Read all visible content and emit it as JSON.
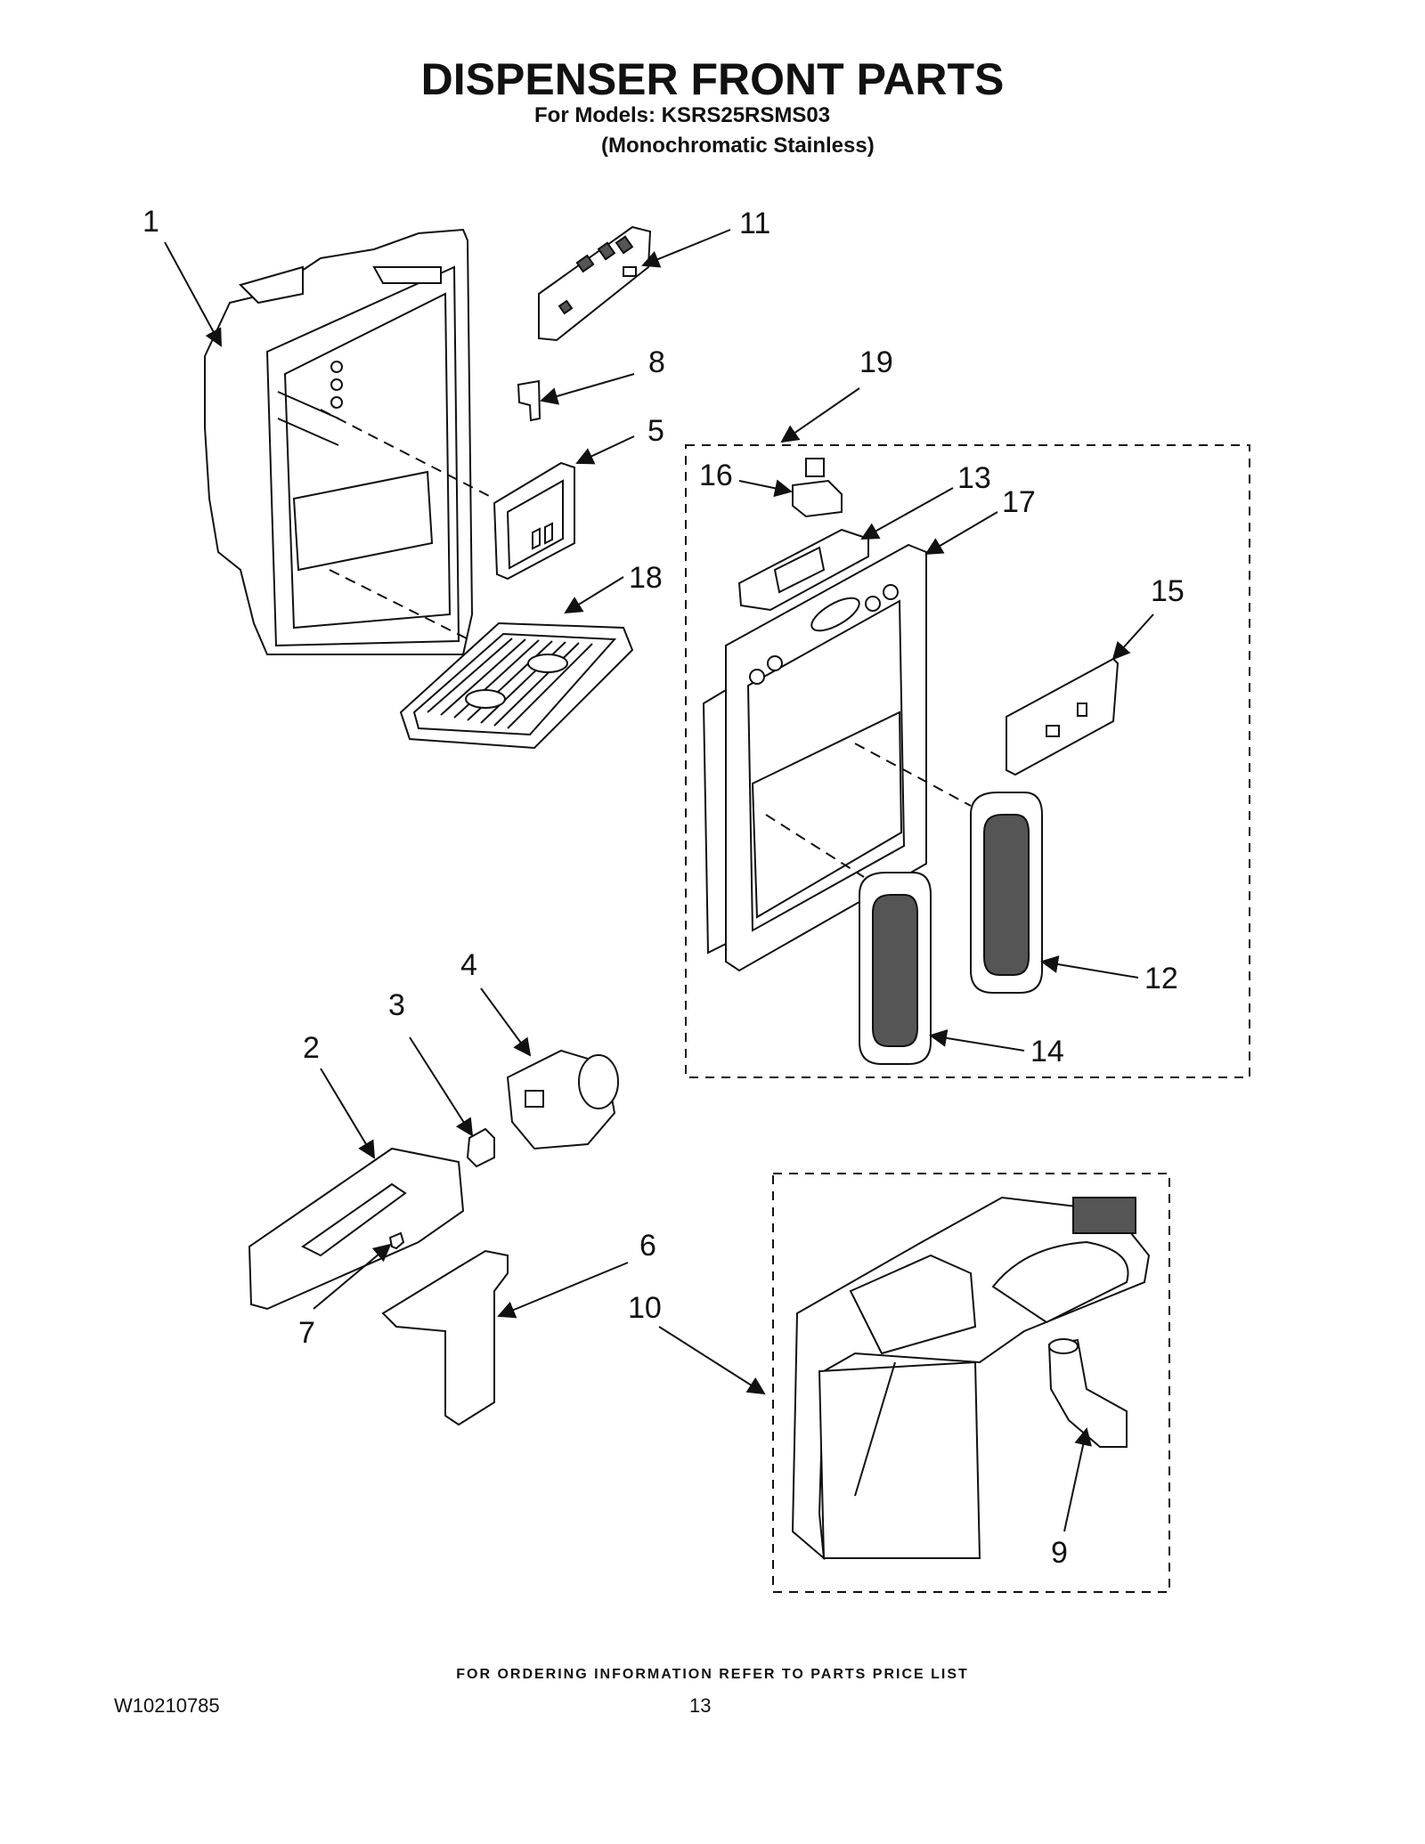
{
  "header": {
    "title": "DISPENSER FRONT PARTS",
    "models_line": "For Models: KSRS25RSMS03",
    "variant_line": "(Monochromatic Stainless)"
  },
  "callouts": {
    "c1": "1",
    "c2": "2",
    "c3": "3",
    "c4": "4",
    "c5": "5",
    "c6": "6",
    "c7": "7",
    "c8": "8",
    "c9": "9",
    "c10": "10",
    "c11": "11",
    "c12": "12",
    "c13": "13",
    "c14": "14",
    "c15": "15",
    "c16": "16",
    "c17": "17",
    "c18": "18",
    "c19": "19"
  },
  "footer": {
    "ordering_note": "FOR ORDERING INFORMATION REFER TO PARTS PRICE LIST",
    "doc_number": "W10210785",
    "page_number": "13"
  }
}
